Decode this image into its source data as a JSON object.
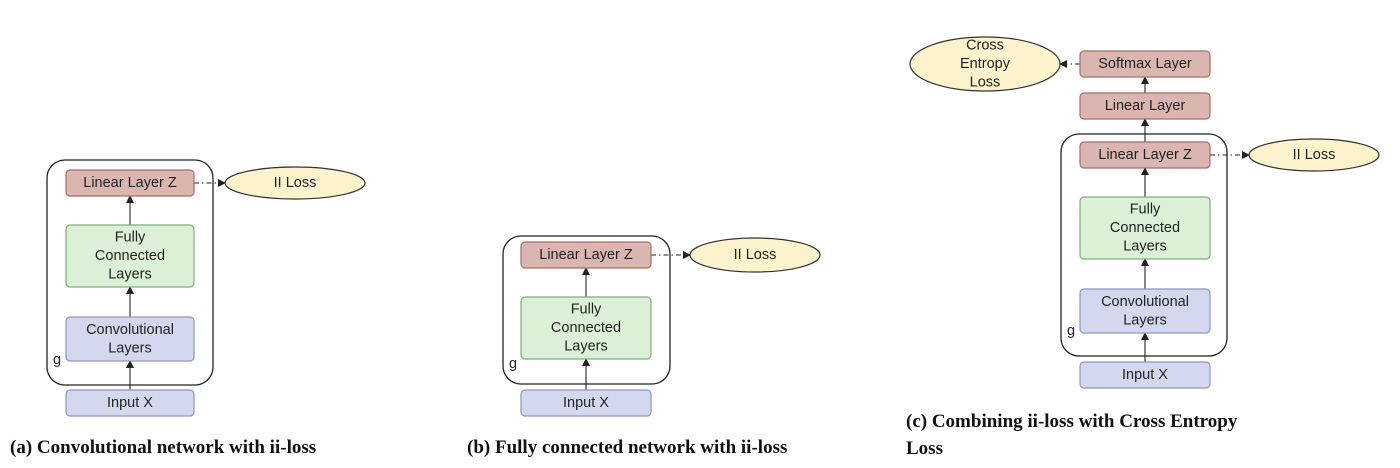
{
  "colors": {
    "red_fill": "#dbb6b1",
    "red_stroke": "#a86e66",
    "green_fill": "#dbf0d6",
    "green_stroke": "#7fae7a",
    "blue_fill": "#d3d8ef",
    "blue_stroke": "#8d96c0",
    "loss_fill": "#fcf3cc",
    "loss_stroke": "#333333",
    "group_stroke": "#222222",
    "edge": "#222222"
  },
  "panels": [
    {
      "id": "a",
      "caption": "(a) Convolutional network with ii-loss",
      "group_label": "g",
      "nodes": [
        {
          "id": "input",
          "style": "blue",
          "lines": [
            "Input X"
          ]
        },
        {
          "id": "conv",
          "style": "blue",
          "lines": [
            "Convolutional",
            "Layers"
          ]
        },
        {
          "id": "fc",
          "style": "green",
          "lines": [
            "Fully",
            "Connected",
            "Layers"
          ]
        },
        {
          "id": "z",
          "style": "red",
          "lines": [
            "Linear Layer Z"
          ]
        },
        {
          "id": "iiloss",
          "style": "loss",
          "lines": [
            "II Loss"
          ]
        }
      ]
    },
    {
      "id": "b",
      "caption": "(b) Fully connected network with ii-loss",
      "group_label": "g",
      "nodes": [
        {
          "id": "input",
          "style": "blue",
          "lines": [
            "Input X"
          ]
        },
        {
          "id": "fc",
          "style": "green",
          "lines": [
            "Fully",
            "Connected",
            "Layers"
          ]
        },
        {
          "id": "z",
          "style": "red",
          "lines": [
            "Linear Layer Z"
          ]
        },
        {
          "id": "iiloss",
          "style": "loss",
          "lines": [
            "II Loss"
          ]
        }
      ]
    },
    {
      "id": "c",
      "caption": "(c) Combining ii-loss with Cross Entropy Loss",
      "caption_lines": [
        "(c) Combining ii-loss with Cross Entropy",
        "Loss"
      ],
      "group_label": "g",
      "nodes": [
        {
          "id": "input",
          "style": "blue",
          "lines": [
            "Input X"
          ]
        },
        {
          "id": "conv",
          "style": "blue",
          "lines": [
            "Convolutional",
            "Layers"
          ]
        },
        {
          "id": "fc",
          "style": "green",
          "lines": [
            "Fully",
            "Connected",
            "Layers"
          ]
        },
        {
          "id": "z",
          "style": "red",
          "lines": [
            "Linear Layer Z"
          ]
        },
        {
          "id": "linear",
          "style": "red",
          "lines": [
            "Linear Layer"
          ]
        },
        {
          "id": "softmax",
          "style": "red",
          "lines": [
            "Softmax Layer"
          ]
        },
        {
          "id": "iiloss",
          "style": "loss",
          "lines": [
            "II Loss"
          ]
        },
        {
          "id": "celoss",
          "style": "loss",
          "lines": [
            "Cross",
            "Entropy",
            "Loss"
          ]
        }
      ]
    }
  ]
}
